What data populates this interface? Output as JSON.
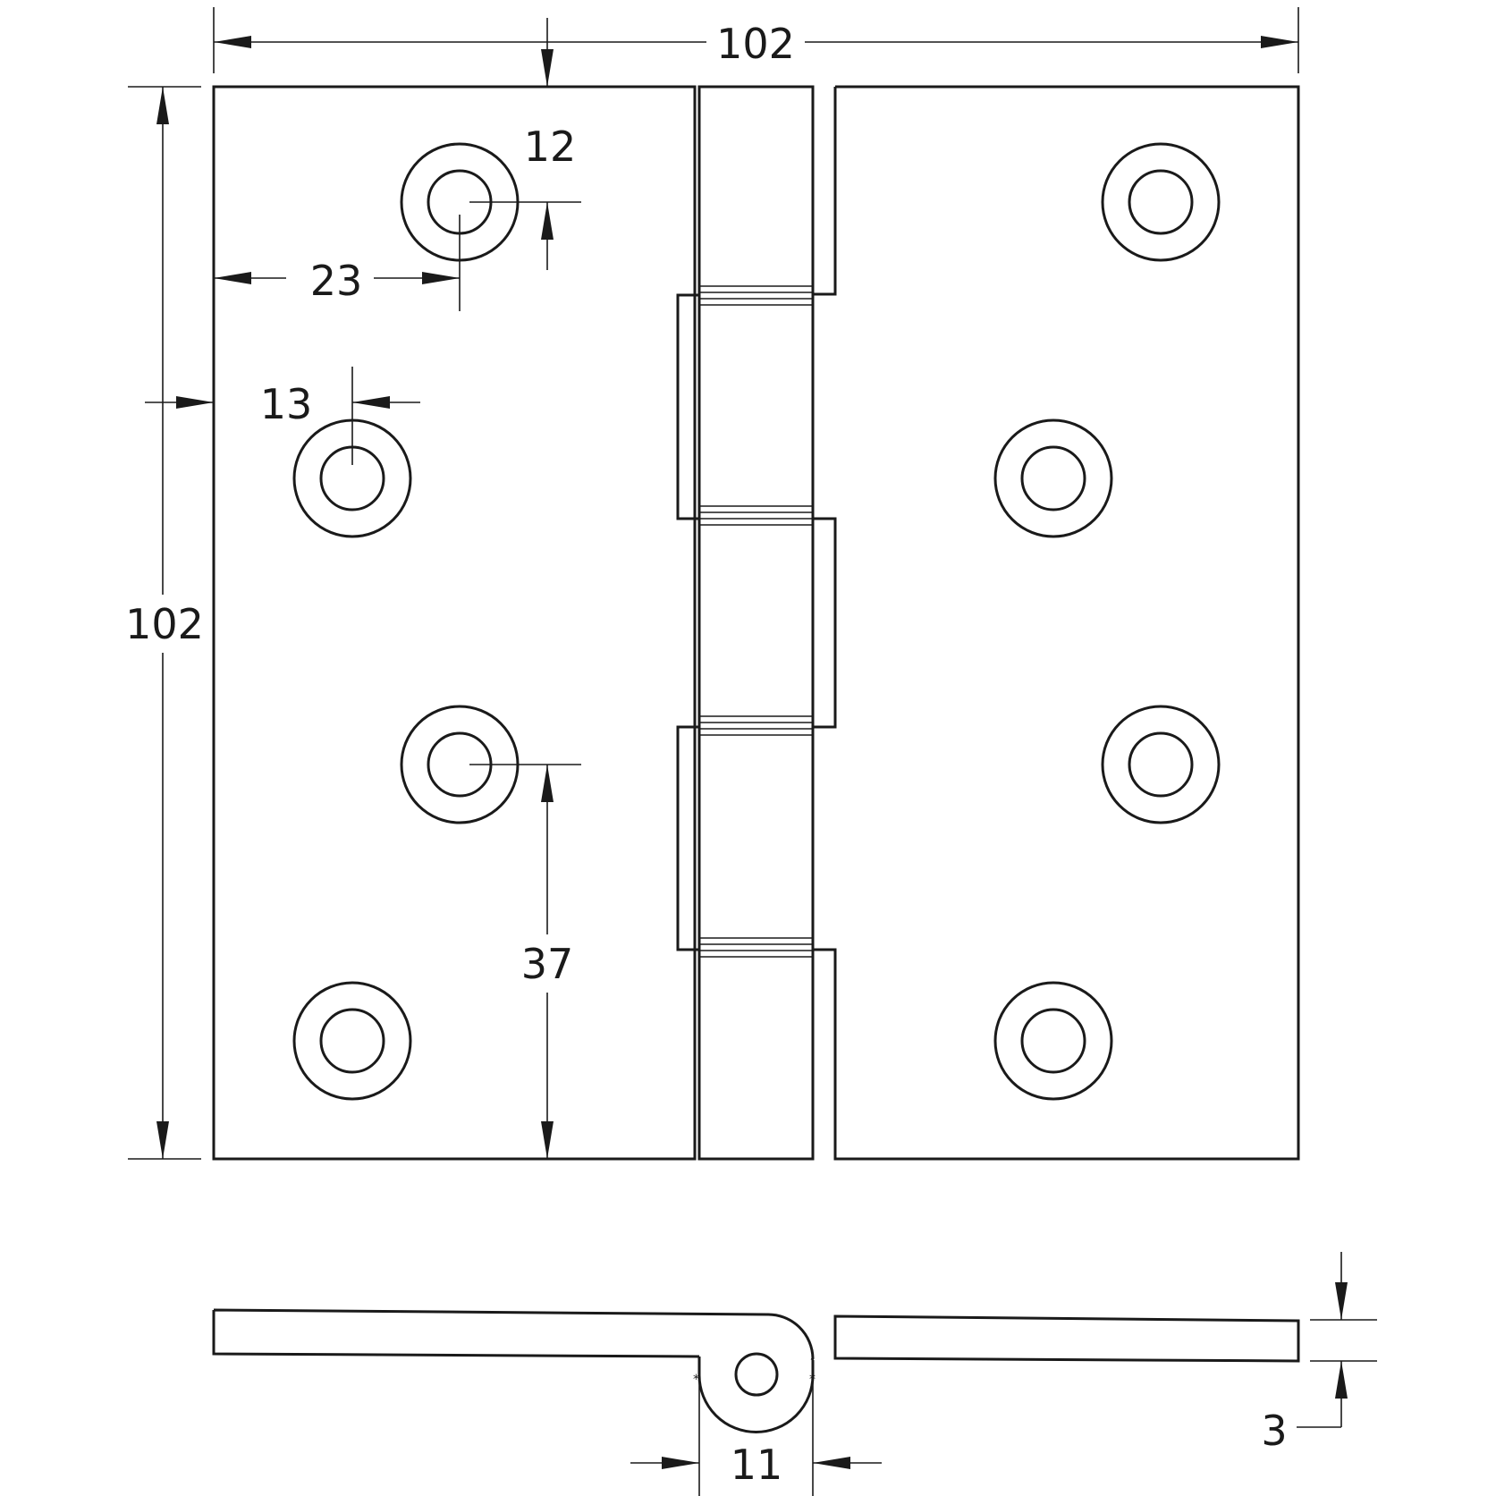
{
  "colors": {
    "line": "#1a1a1a",
    "background": "#ffffff"
  },
  "dimensions": {
    "overall_width": "102",
    "overall_height": "102",
    "hole_diameter": "12",
    "hole_offset_edge": "23",
    "hole_offset_side": "13",
    "hole_spacing": "37",
    "knuckle_diameter": "11",
    "leaf_thickness": "3"
  }
}
